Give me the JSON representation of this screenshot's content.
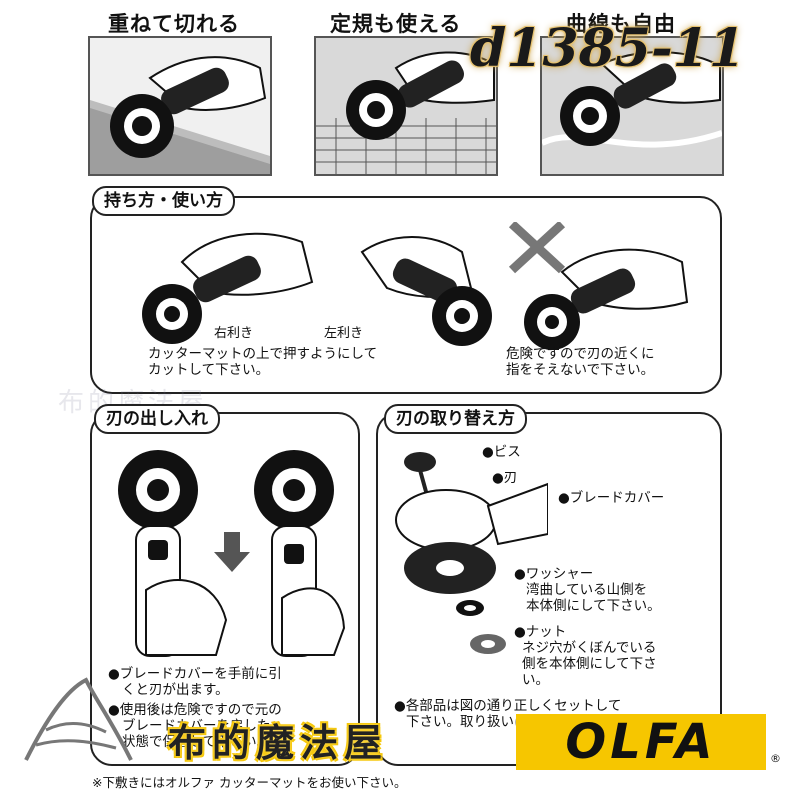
{
  "top_headers": [
    "重ねて切れる",
    "定規も使える",
    "曲線も自由"
  ],
  "product_code": "d1385-11",
  "holding": {
    "title": "持ち方・使い方",
    "right_hand": "右利き",
    "left_hand": "左利き",
    "instruction": [
      "カッターマットの上で押すようにして",
      "カットして下さい。"
    ],
    "warning": [
      "危険ですので刃の近くに",
      "指をそえないで下さい。"
    ]
  },
  "blade_out": {
    "title": "刃の出し入れ",
    "lines": [
      "●ブレードカバーを手前に引",
      "くと刃が出ます。",
      "●使用後は危険ですので元の",
      "ブレードカバーを戻した",
      "状態で保管して下さい。"
    ]
  },
  "blade_change": {
    "title": "刃の取り替え方",
    "label_screw": "ビス",
    "label_blade": "刃",
    "label_cover": "ブレードカバー",
    "washer": [
      "ワッシャー",
      "湾曲している山側を",
      "本体側にして下さい。"
    ],
    "nut": [
      "ナット",
      "ネジ穴がくぼんでいる",
      "側を本体側にして下さ",
      "い。"
    ],
    "bottom_lines": [
      "●各部品は図の通り正しくセットして",
      "下さい。取り扱いに注意"
    ]
  },
  "shop_name": "布的魔法屋",
  "brand": "OLFA",
  "brand_mark": "®",
  "footer": "※下敷きにはオルファ カッターマットをお使い下さい。",
  "colors": {
    "brand_yellow": "#f6c600",
    "grey_panel": "#d9d9d9"
  }
}
